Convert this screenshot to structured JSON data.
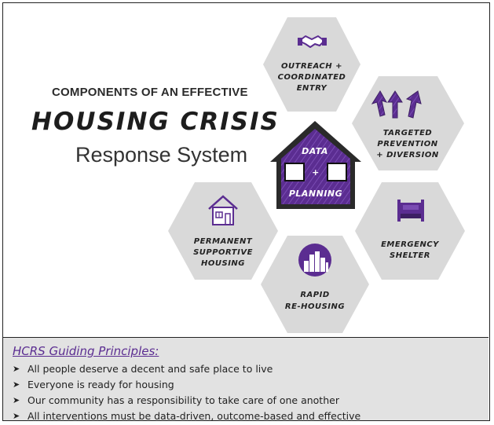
{
  "title": {
    "line1": "COMPONENTS OF AN EFFECTIVE",
    "line2": "HOUSING CRISIS",
    "line3": "Response System"
  },
  "center": {
    "line1": "DATA",
    "line2": "+",
    "line3": "PLANNING"
  },
  "components": {
    "outreach": {
      "icon": "handshake-icon",
      "lines": [
        "OUTREACH +",
        "COORDINATED",
        "ENTRY"
      ]
    },
    "prevention": {
      "icon": "arrows-up-icon",
      "lines": [
        "TARGETED",
        "PREVENTION",
        "+ DIVERSION"
      ]
    },
    "shelter": {
      "icon": "bed-icon",
      "lines": [
        "EMERGENCY",
        "SHELTER"
      ]
    },
    "rapid": {
      "icon": "city-skyline-icon",
      "lines": [
        "RAPID",
        "RE-HOUSING"
      ]
    },
    "permanent": {
      "icon": "house-icon",
      "lines": [
        "PERMANENT",
        "SUPPORTIVE",
        "HOUSING"
      ]
    }
  },
  "principles": {
    "title": "HCRS Guiding Principles:",
    "items": [
      "All people deserve a decent and safe place to live",
      "Everyone is ready for housing",
      "Our community has a responsibility to take care of one another",
      "All interventions must be data-driven, outcome-based and effective"
    ]
  },
  "colors": {
    "accent": "#5b2d91",
    "hexagon": "#d9d9d9",
    "house_roof": "#2a2a2a",
    "panel": "#e2e2e2"
  }
}
